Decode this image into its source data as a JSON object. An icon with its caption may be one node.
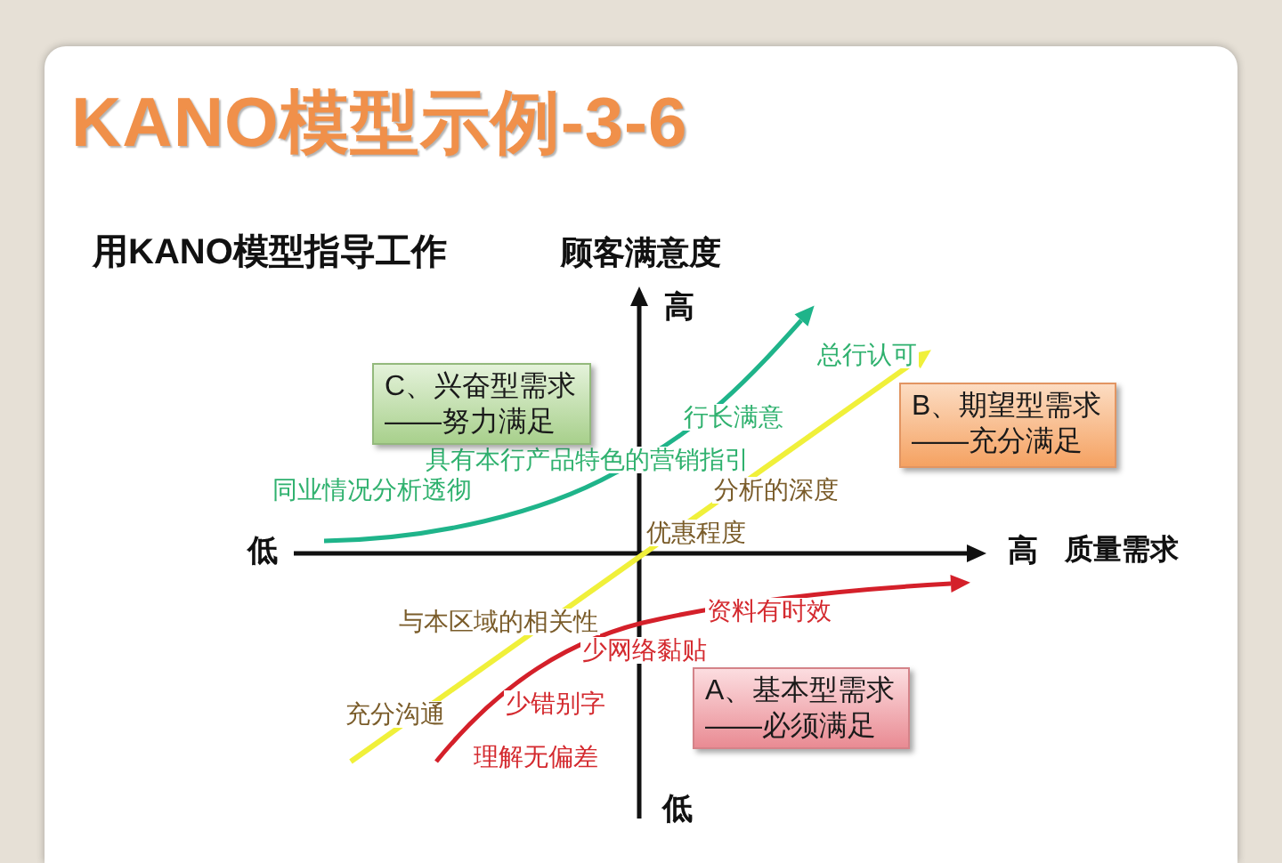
{
  "diagram": {
    "title": "KANO模型示例-3-6",
    "nodes": [
      {
        "text": [
          "C、兴奋型需求——努力满足"
        ]
      },
      {
        "text": [
          "B、期望型需求——充分满足"
        ]
      },
      {
        "text": [
          "A、基本型需求——必须满足"
        ]
      }
    ],
    "labels": [
      "用KANO模型指导工作",
      "顾客满意度",
      "高",
      "总行认可",
      "行长满意",
      "具有本行产品特色的营销指引",
      "同业情况分析透彻",
      "分析的深度",
      "优惠程度",
      "低",
      "高",
      "质量需求",
      "资料有时效",
      "与本区域的相关性",
      "少网络黏贴",
      "充分沟通",
      "少错别字",
      "理解无偏差",
      "低"
    ]
  }
}
